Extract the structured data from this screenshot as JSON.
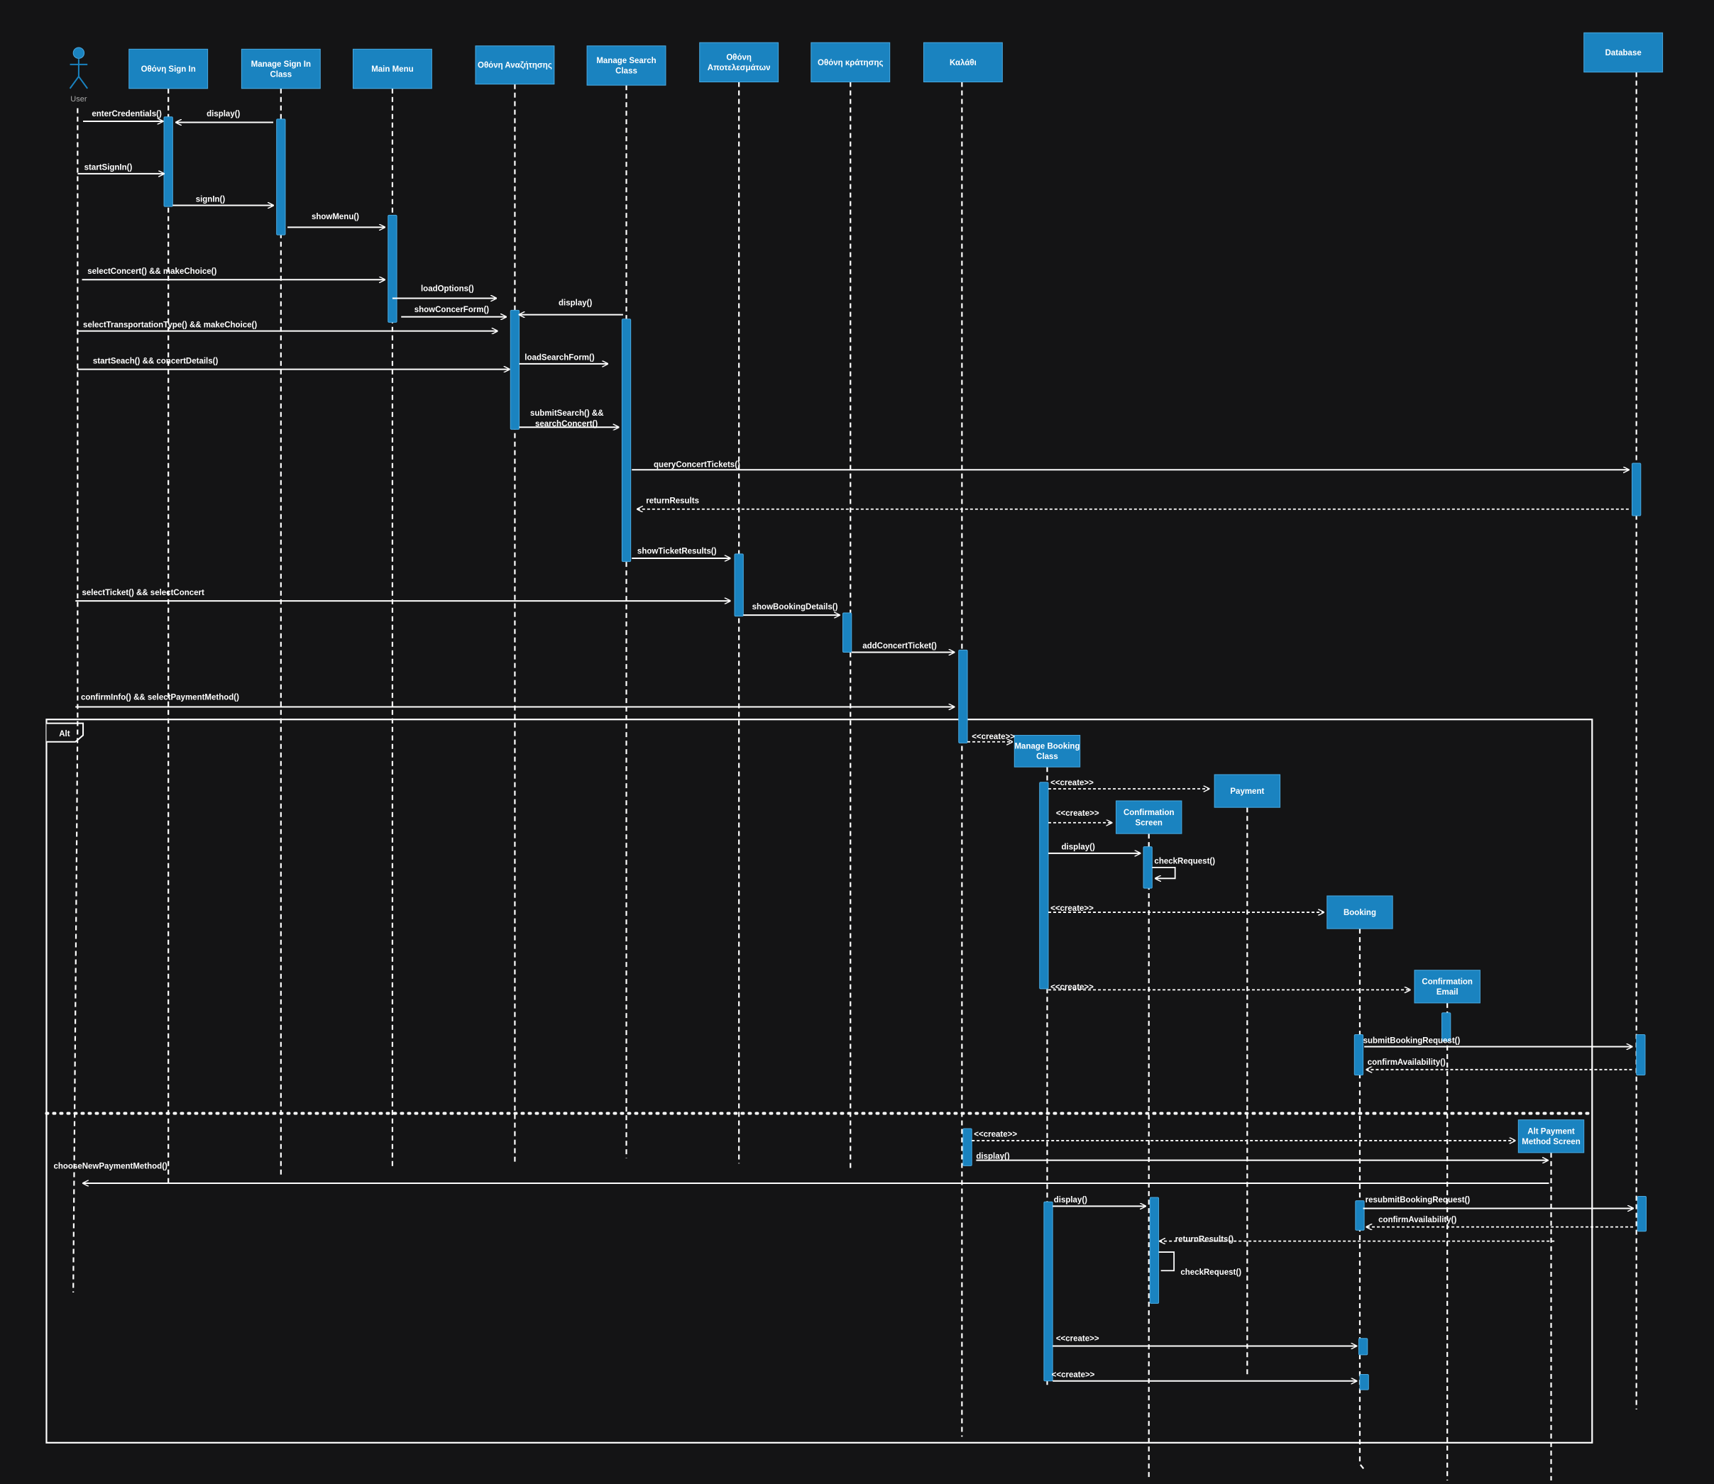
{
  "diagram": {
    "type": "sequence",
    "colors": {
      "background": "#141415",
      "box": "#1a83c0",
      "box_border": "#4aa9e0",
      "line": "#ffffff"
    },
    "actor": {
      "label": "User"
    },
    "lifelines": [
      {
        "id": "signin_screen",
        "label": [
          "Οθόνη Sign In"
        ]
      },
      {
        "id": "manage_signin",
        "label": [
          "Manage Sign In",
          "Class"
        ]
      },
      {
        "id": "main_menu",
        "label": [
          "Main Menu"
        ]
      },
      {
        "id": "search_screen",
        "label": [
          "Οθόνη Αναζήτησης"
        ]
      },
      {
        "id": "manage_search",
        "label": [
          "Manage Search",
          "Class"
        ]
      },
      {
        "id": "results_screen",
        "label": [
          "Οθόνη",
          "Αποτελεσμάτων"
        ]
      },
      {
        "id": "booking_screen",
        "label": [
          "Οθόνη κράτησης"
        ]
      },
      {
        "id": "cart",
        "label": [
          "Καλάθι"
        ]
      },
      {
        "id": "database",
        "label": [
          "Database"
        ]
      },
      {
        "id": "manage_booking",
        "label": [
          "Manage Booking",
          "Class"
        ]
      },
      {
        "id": "payment",
        "label": [
          "Payment"
        ]
      },
      {
        "id": "confirmation_screen",
        "label": [
          "Confirmation",
          "Screen"
        ]
      },
      {
        "id": "booking",
        "label": [
          "Booking"
        ]
      },
      {
        "id": "confirmation_email",
        "label": [
          "Confirmation",
          "Email"
        ]
      },
      {
        "id": "alt_payment_screen",
        "label": [
          "Alt Payment",
          "Method Screen"
        ]
      }
    ],
    "fragment": {
      "label": "Alt"
    },
    "messages": [
      {
        "label": [
          "enterCredentials()"
        ]
      },
      {
        "label": [
          "display()"
        ]
      },
      {
        "label": [
          "startSignIn()"
        ]
      },
      {
        "label": [
          "signIn()"
        ]
      },
      {
        "label": [
          "showMenu()"
        ]
      },
      {
        "label": [
          "selectConcert() && makeChoice()"
        ]
      },
      {
        "label": [
          "loadOptions()"
        ]
      },
      {
        "label": [
          "showConcerForm()"
        ]
      },
      {
        "label": [
          "display()"
        ]
      },
      {
        "label": [
          "selectTransportationType() && makeChoice()"
        ]
      },
      {
        "label": [
          "startSeach() && concertDetails()"
        ]
      },
      {
        "label": [
          "loadSearchForm()"
        ]
      },
      {
        "label": [
          "submitSearch() &&",
          "searchConcert()"
        ]
      },
      {
        "label": [
          "queryConcertTickets()"
        ]
      },
      {
        "label": [
          "returnResults"
        ]
      },
      {
        "label": [
          "showTicketResults()"
        ]
      },
      {
        "label": [
          "selectTicket() && selectConcert"
        ]
      },
      {
        "label": [
          "showBookingDetails()"
        ]
      },
      {
        "label": [
          "addConcertTicket()"
        ]
      },
      {
        "label": [
          "confirmInfo() && selectPaymentMethod()"
        ]
      },
      {
        "label": [
          "<<create>>"
        ]
      },
      {
        "label": [
          "<<create>>"
        ]
      },
      {
        "label": [
          "<<create>>"
        ]
      },
      {
        "label": [
          "display()"
        ]
      },
      {
        "label": [
          "checkRequest()"
        ]
      },
      {
        "label": [
          "<<create>>"
        ]
      },
      {
        "label": [
          "<<create>>"
        ]
      },
      {
        "label": [
          "submitBookingRequest()"
        ]
      },
      {
        "label": [
          "confirmAvailability()"
        ]
      },
      {
        "label": [
          "<<create>>"
        ]
      },
      {
        "label": [
          "display()"
        ]
      },
      {
        "label": [
          "chooseNewPaymentMethod()"
        ]
      },
      {
        "label": [
          "display()"
        ]
      },
      {
        "label": [
          "resubmitBookingRequest()"
        ]
      },
      {
        "label": [
          "confirmAvailability()"
        ]
      },
      {
        "label": [
          "returnResults()"
        ]
      },
      {
        "label": [
          "checkRequest()"
        ]
      },
      {
        "label": [
          "<<create>>"
        ]
      },
      {
        "label": [
          "<<create>>"
        ]
      }
    ]
  }
}
